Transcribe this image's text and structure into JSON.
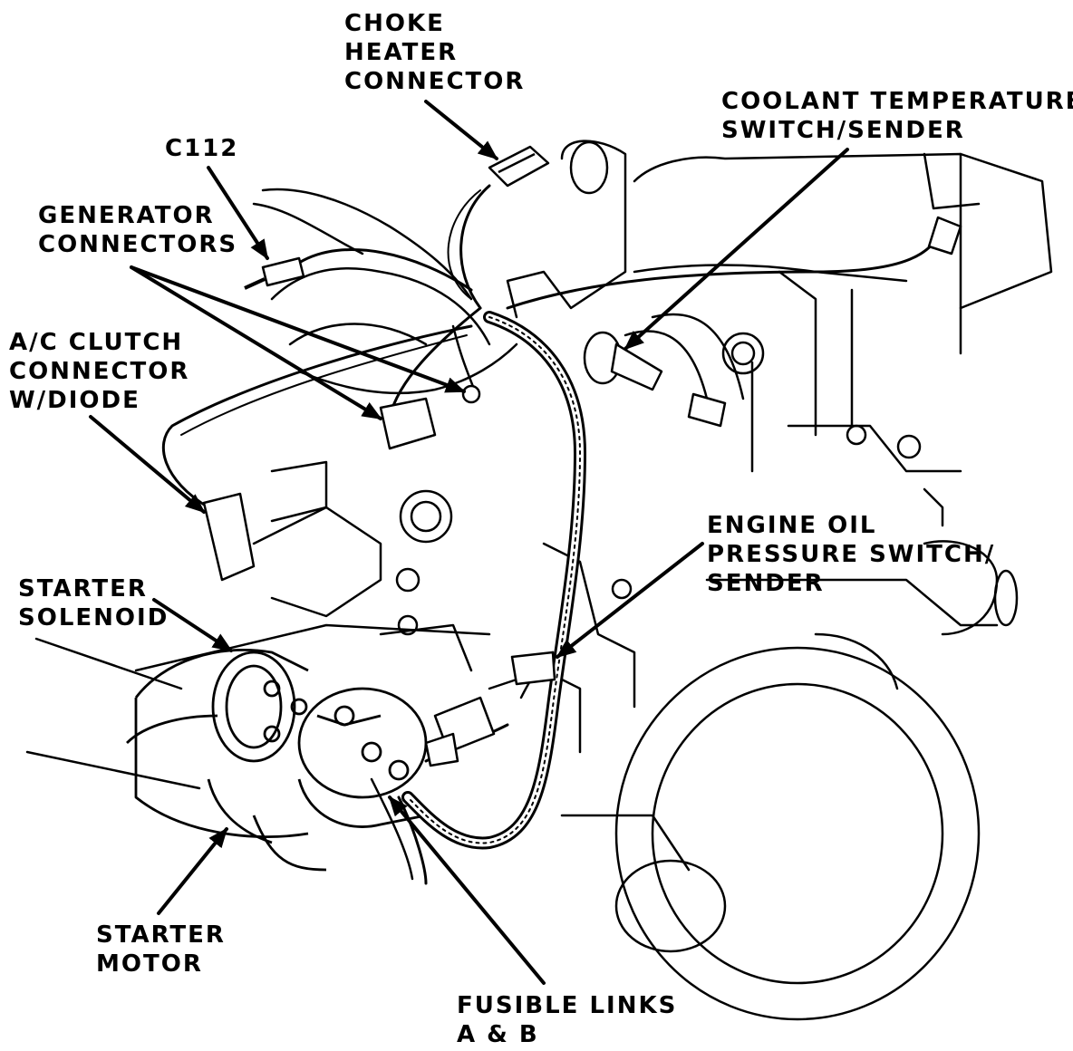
{
  "colors": {
    "ink": "#000000",
    "background": "#ffffff"
  },
  "labels": {
    "choke_heater": [
      "CHOKE",
      "HEATER",
      "CONNECTOR"
    ],
    "coolant_temp": [
      "COOLANT TEMPERATURE",
      "SWITCH/SENDER"
    ],
    "c112": [
      "C112"
    ],
    "generator": [
      "GENERATOR",
      "CONNECTORS"
    ],
    "ac_clutch": [
      "A/C CLUTCH",
      "CONNECTOR",
      "W/DIODE"
    ],
    "engine_oil": [
      "ENGINE OIL",
      "PRESSURE SWITCH/",
      "SENDER"
    ],
    "starter_solenoid": [
      "STARTER",
      "SOLENOID"
    ],
    "starter_motor": [
      "STARTER",
      "MOTOR"
    ],
    "fusible_links": [
      "FUSIBLE LINKS",
      "A & B"
    ]
  }
}
